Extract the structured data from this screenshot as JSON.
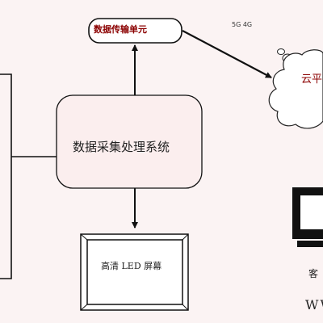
{
  "nodes": {
    "transmission_unit": "数据传输单元",
    "processing_system": "数据采集处理系统",
    "led_screen": "高清 LED 屏幕",
    "cloud": "云平",
    "client": "客",
    "client_url": "WW"
  },
  "edges": {
    "network_label": "5G 4G"
  },
  "colors": {
    "background": "#fbf3f3",
    "stroke": "#111111",
    "accent_text": "#8b0000"
  },
  "icons": [
    "monitor-icon",
    "cloud-shape"
  ]
}
